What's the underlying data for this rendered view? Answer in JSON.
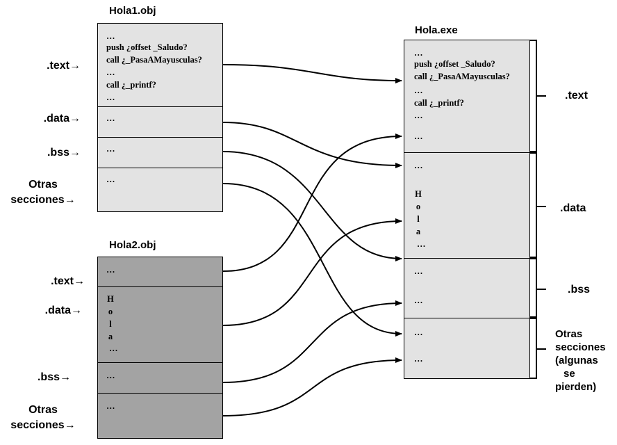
{
  "obj1": {
    "title": "Hola1.obj",
    "text_lines": [
      "…",
      "push ¿offset _Saludo?",
      "call ¿_PasaAMayusculas?",
      "…",
      "call  ¿_printf?",
      "…"
    ],
    "data_line": "…",
    "bss_line": "…",
    "otras_line": "…",
    "labels": {
      "text": ".text→",
      "data": ".data→",
      "bss": ".bss→",
      "otras_1": "Otras",
      "otras_2": "secciones→"
    }
  },
  "obj2": {
    "title": "Hola2.obj",
    "text_line": "…",
    "data_vertical": [
      "H",
      "o",
      "l",
      "a",
      "…"
    ],
    "bss_line": "…",
    "otras_line": "…",
    "labels": {
      "text": ".text→",
      "data": ".data→",
      "bss": ".bss→",
      "otras_1": "Otras",
      "otras_2": "secciones→"
    }
  },
  "exe": {
    "title": "Hola.exe",
    "text_lines": [
      "…",
      "push ¿offset _Saludo?",
      "call ¿_PasaAMayusculas?",
      "…",
      "call  ¿_printf?",
      "…",
      "…"
    ],
    "data_top": "…",
    "data_vertical": [
      "H",
      "o",
      "l",
      "a",
      "…"
    ],
    "bss_lines": [
      "…",
      "…"
    ],
    "otras_lines": [
      "…",
      "…"
    ],
    "brace_labels": {
      "text": ".text",
      "data": ".data",
      "bss": ".bss",
      "otras": [
        "Otras",
        "secciones",
        "(algunas",
        "se",
        "pierden)"
      ]
    }
  },
  "colors": {
    "light_box": "#e3e3e3",
    "dark_box": "#a3a3a3",
    "line": "#000000"
  }
}
